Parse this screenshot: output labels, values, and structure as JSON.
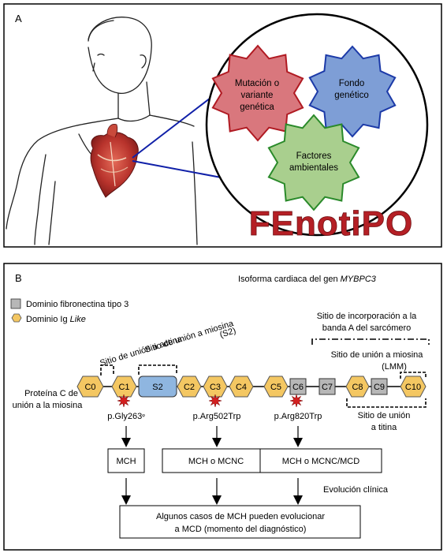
{
  "panelA": {
    "label": "A",
    "bubbles": {
      "mutation": [
        "Mutación o",
        "variante",
        "genética"
      ],
      "genetic": [
        "Fondo",
        "genético"
      ],
      "environment": [
        "Factores",
        "ambientales"
      ]
    },
    "phenotype": "FEnotiPO",
    "colors": {
      "mutation": "#d9777d",
      "genetic": "#7e9ed6",
      "environment": "#a9cf8e",
      "phenotype": "#b51f25"
    }
  },
  "panelB": {
    "label": "B",
    "title_prefix": "Isoforma cardiaca del gen ",
    "title_gene": "MYBPC3",
    "legend": {
      "fn3": "Dominio fibronectina tipo 3",
      "ig_prefix": "Dominio Ig ",
      "ig_italic": "Like"
    },
    "protein_label": [
      "Proteína C de",
      "unión a la miosina"
    ],
    "domains": {
      "C0": "C0",
      "C1": "C1",
      "S2": "S2",
      "C2": "C2",
      "C3": "C3",
      "C4": "C4",
      "C5": "C5",
      "C6": "C6",
      "C7": "C7",
      "C8": "C8",
      "C9": "C9",
      "C10": "C10"
    },
    "sites": {
      "actin": "Sitio de unión a actina",
      "myosin_s2": [
        "Sitio de unión a miosina",
        "(S2)"
      ],
      "aband": [
        "Sitio de incorporación a la",
        "banda A del sarcómero"
      ],
      "myosin_lmm": [
        "Sitio de unión a miosina",
        "(LMM)"
      ],
      "titin": [
        "Sitio de unión",
        "a titina"
      ]
    },
    "mutations": {
      "m1": "p.Gly263",
      "m1_mark": "ᵠ",
      "m2": "p.Arg502Trp",
      "m3": "p.Arg820Trp"
    },
    "phenotypes": {
      "p1": "MCH",
      "p2": "MCH o MCNC",
      "p3": "MCH o MCNC/MCD"
    },
    "evolution": "Evolución clínica",
    "outcome": [
      "Algunos casos de MCH pueden evolucionar",
      "a MCD (momento del diagnóstico)"
    ],
    "colors": {
      "ig": "#f4c762",
      "fn3": "#b7b7b7",
      "s2": "#8fb6e0",
      "star": "#d41f1f"
    }
  }
}
